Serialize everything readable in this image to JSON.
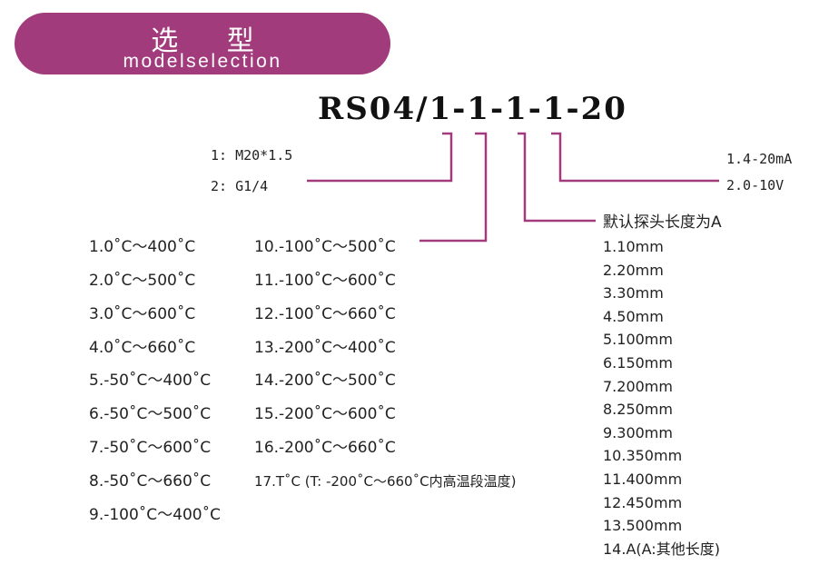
{
  "banner": {
    "title_cn": "选 型",
    "title_en": "modelselection"
  },
  "model_code": "RS04/1-1-1-1-20",
  "thread": [
    {
      "label": "1: M20*1.5"
    },
    {
      "label": "2: G1/4"
    }
  ],
  "ranges_col1": [
    "1.0˚C～400˚C",
    "2.0˚C～500˚C",
    "3.0˚C～600˚C",
    "4.0˚C～660˚C",
    "5.-50˚C～400˚C",
    "6.-50˚C～500˚C",
    "7.-50˚C～600˚C",
    "8.-50˚C～660˚C",
    "9.-100˚C～400˚C"
  ],
  "ranges_col2": [
    "10.-100˚C～500˚C",
    "11.-100˚C～600˚C",
    "12.-100˚C～660˚C",
    "13.-200˚C～400˚C",
    "14.-200˚C～500˚C",
    "15.-200˚C～600˚C",
    "16.-200˚C～660˚C",
    "17.T˚C (T: -200˚C～660˚C内高温段温度)"
  ],
  "output": [
    "1.4-20mA",
    "2.0-10V"
  ],
  "length_title": "默认探头长度为A",
  "lengths": [
    "1.10mm",
    "2.20mm",
    "3.30mm",
    "4.50mm",
    "5.100mm",
    "6.150mm",
    "7.200mm",
    "8.250mm",
    "9.300mm",
    "10.350mm",
    "11.400mm",
    "12.450mm",
    "13.500mm",
    "14.A(A:其他长度)"
  ],
  "colors": {
    "accent": "#a23b7c",
    "text": "#222222"
  }
}
